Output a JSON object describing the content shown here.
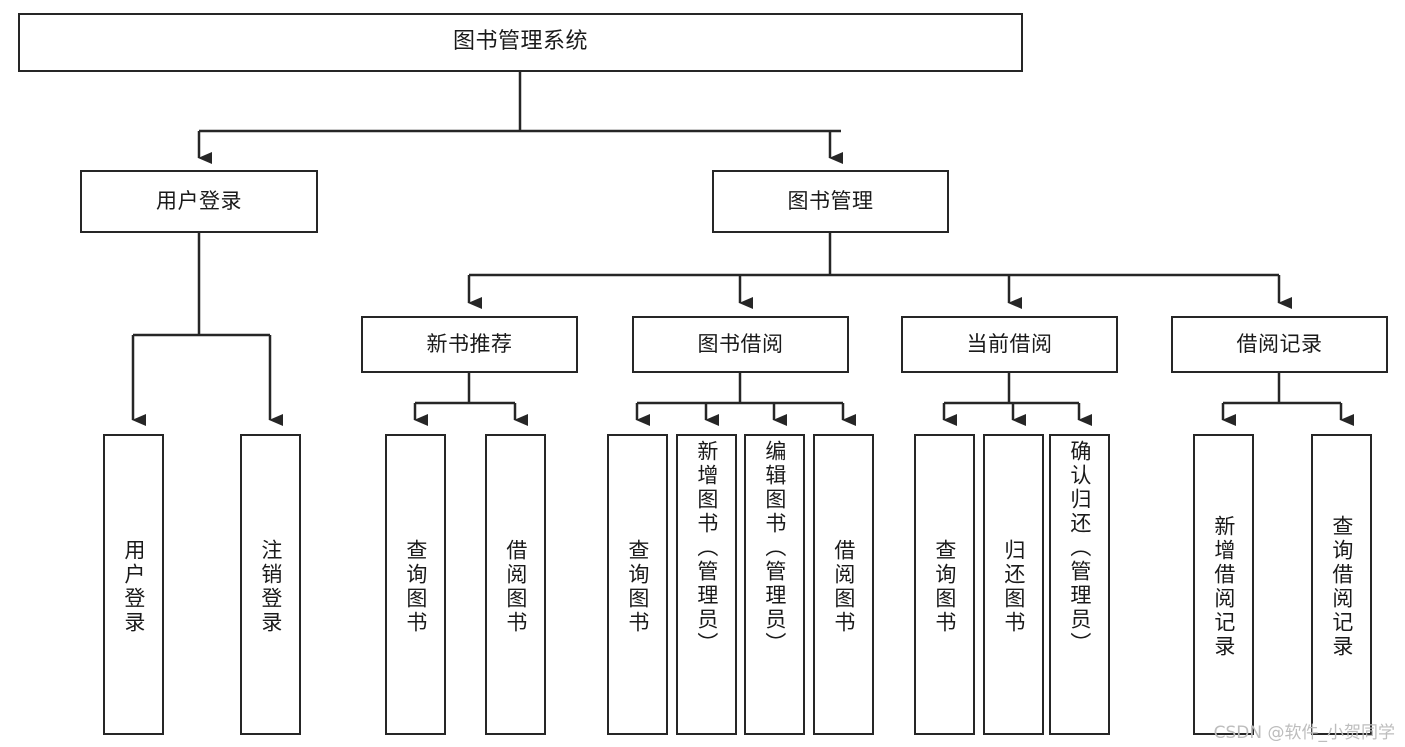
{
  "diagram": {
    "title": "图书管理系统",
    "type": "tree-hierarchy-chart",
    "root": {
      "label": "图书管理系统"
    },
    "level1": [
      {
        "label": "用户登录"
      },
      {
        "label": "图书管理"
      }
    ],
    "level2": [
      {
        "label": "新书推荐"
      },
      {
        "label": "图书借阅"
      },
      {
        "label": "当前借阅"
      },
      {
        "label": "借阅记录"
      }
    ],
    "leaves": {
      "user_login": [
        {
          "label": "用户登录"
        },
        {
          "label": "注销登录"
        }
      ],
      "new_book_recommend": [
        {
          "label": "查询图书"
        },
        {
          "label": "借阅图书"
        }
      ],
      "book_borrow": [
        {
          "label": "查询图书"
        },
        {
          "label": "新增图书（管理员）"
        },
        {
          "label": "编辑图书（管理员）"
        },
        {
          "label": "借阅图书"
        }
      ],
      "current_borrow": [
        {
          "label": "查询图书"
        },
        {
          "label": "归还图书"
        },
        {
          "label": "确认归还（管理员）"
        }
      ],
      "borrow_record": [
        {
          "label": "新增借阅记录"
        },
        {
          "label": "查询借阅记录"
        }
      ]
    }
  },
  "watermark": {
    "text": "CSDN @软件_小贺同学"
  },
  "colors": {
    "border": "#262626",
    "background": "#ffffff",
    "connector": "#262626",
    "watermark": "#bdbdbd"
  }
}
